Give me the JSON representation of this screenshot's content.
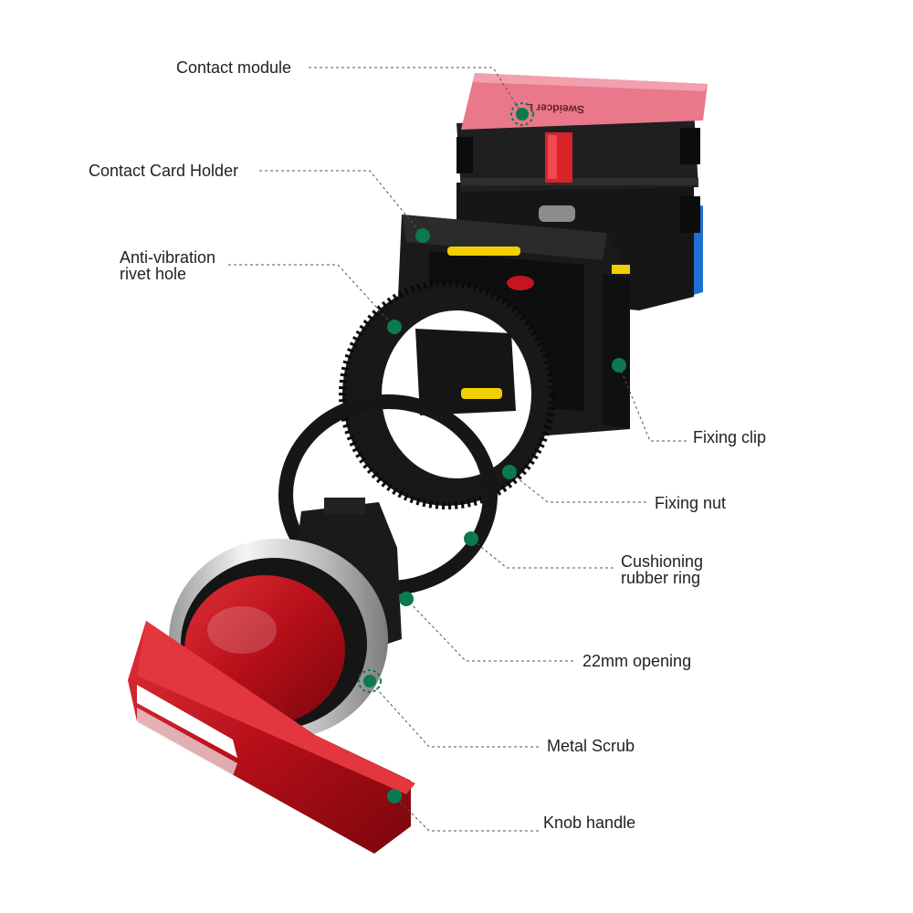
{
  "labels": {
    "contact_module": "Contact module",
    "contact_card_holder": "Contact Card Holder",
    "anti_vibration_line1": "Anti-vibration",
    "anti_vibration_line2": "rivet hole",
    "fixing_clip": "Fixing clip",
    "fixing_nut": "Fixing nut",
    "cushioning_line1": "Cushioning",
    "cushioning_line2": "rubber ring",
    "opening_22mm": "22mm opening",
    "metal_scrub": "Metal Scrub",
    "knob_handle": "Knob handle"
  },
  "module_label_text": "Sweidcer L",
  "colors": {
    "marker": "#0b7a4e",
    "leader": "#555555",
    "module_label": "#e8788a",
    "plastic_dark": "#1c1c1c",
    "knob_red": "#c0121b",
    "accent_yellow": "#f2d000",
    "accent_blue": "#1d6fd0",
    "chrome": "#d8d8d8"
  }
}
